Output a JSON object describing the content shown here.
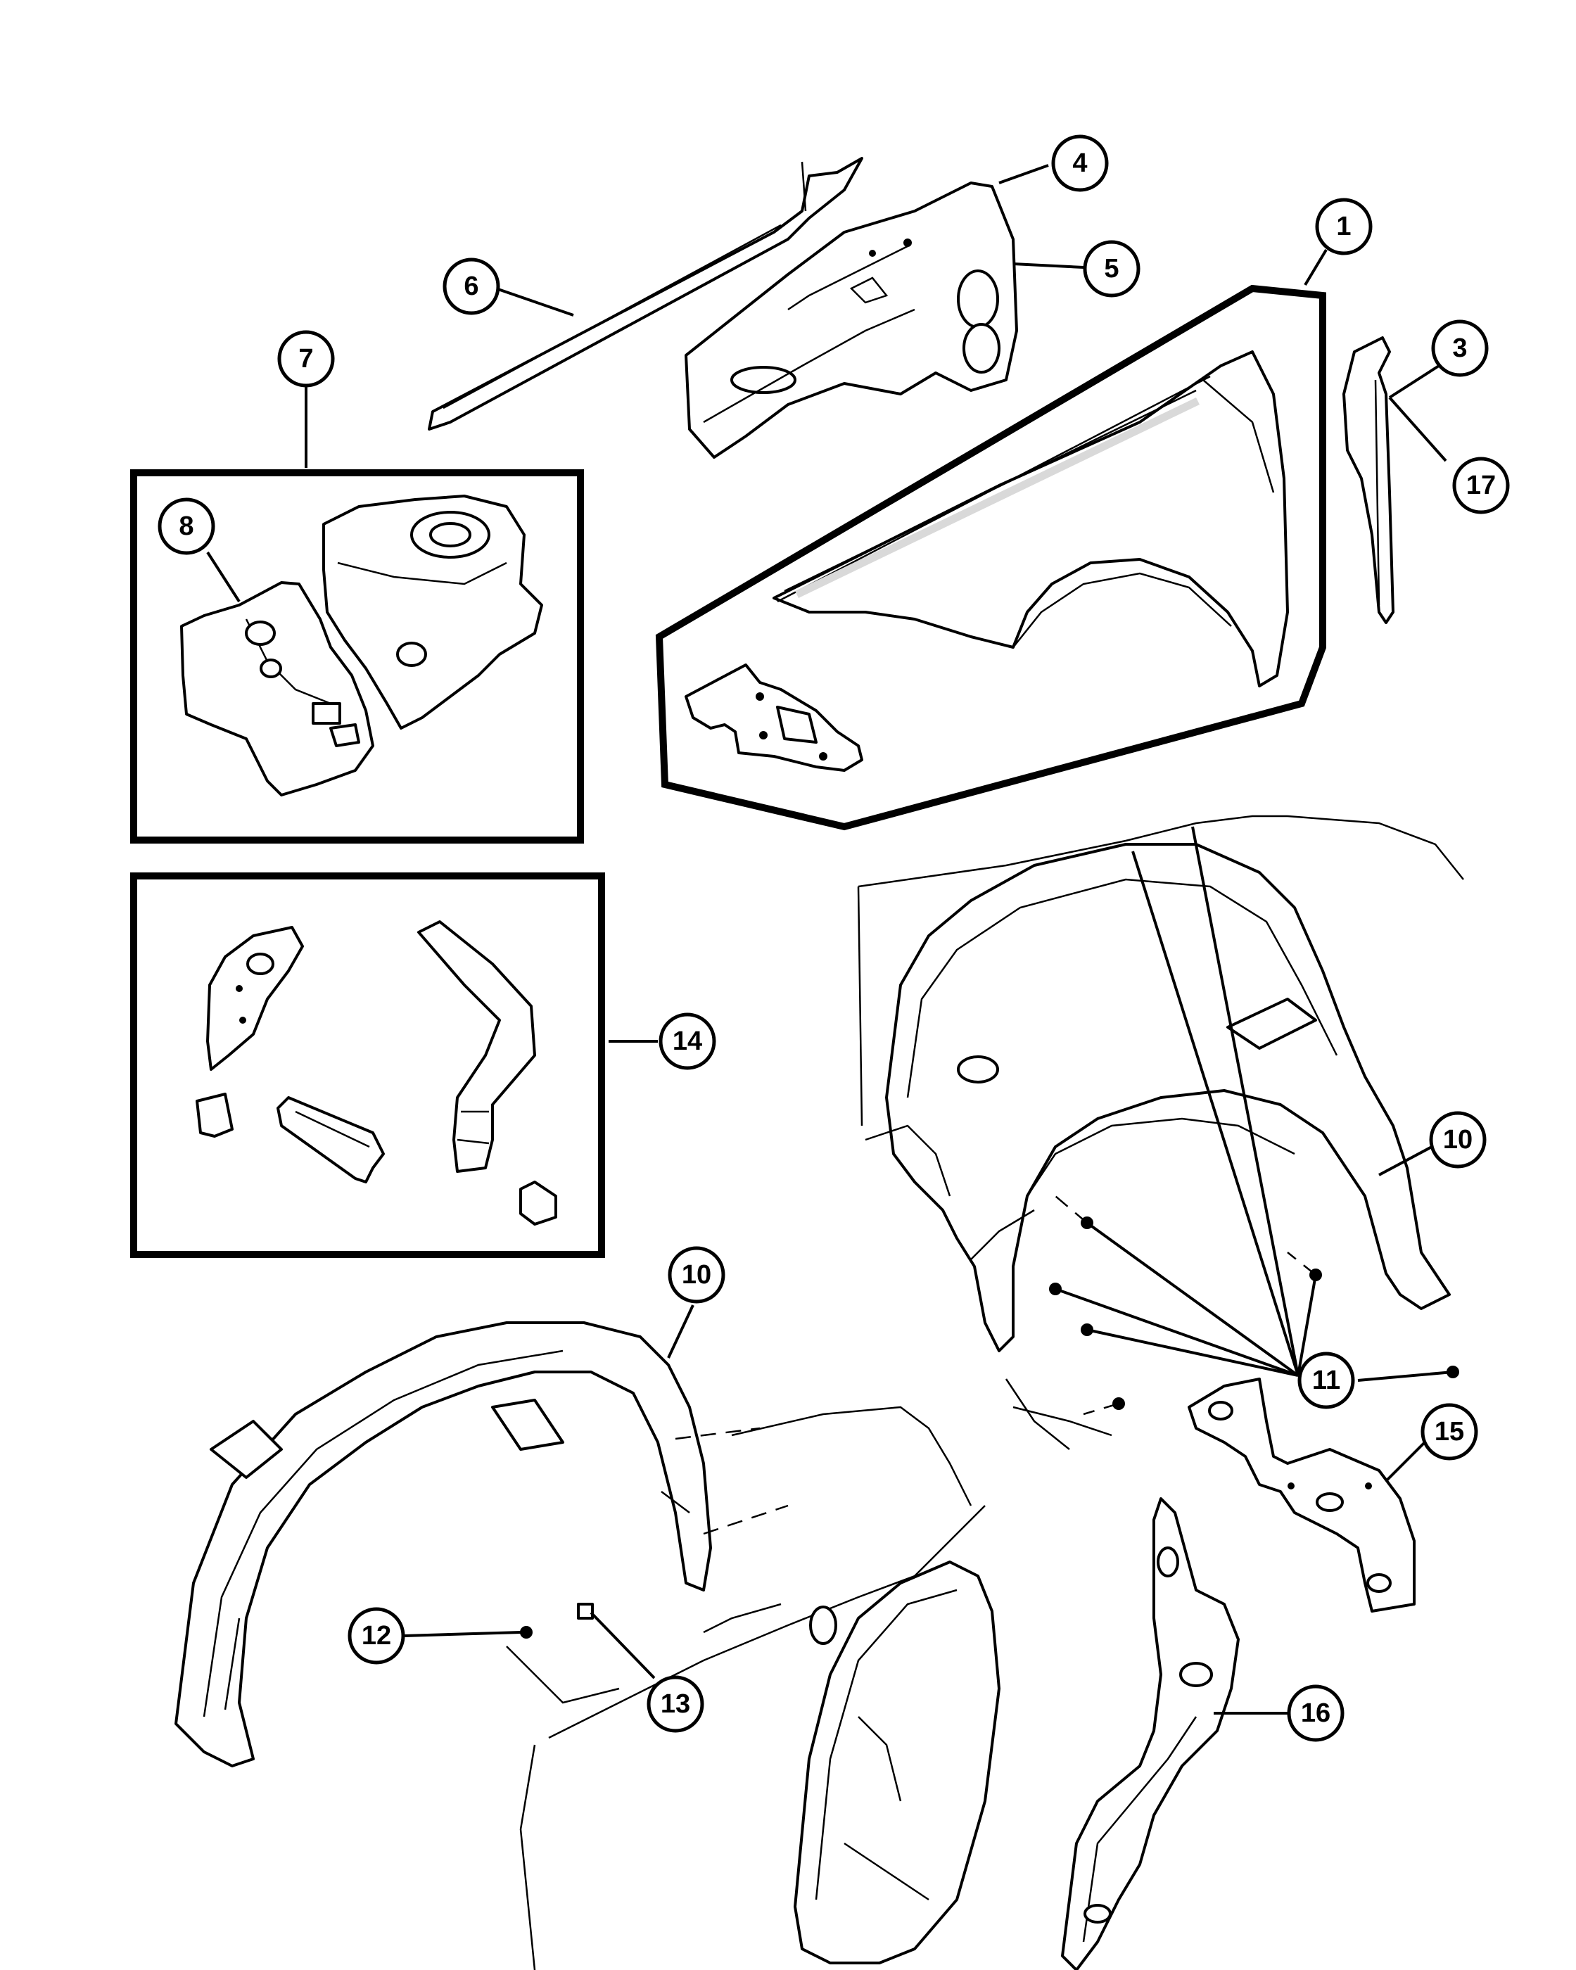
{
  "diagram": {
    "colors": {
      "ink": "#000000",
      "paper": "#ffffff"
    },
    "callouts": [
      {
        "id": "c1",
        "label": "1"
      },
      {
        "id": "c3",
        "label": "3"
      },
      {
        "id": "c4",
        "label": "4"
      },
      {
        "id": "c5",
        "label": "5"
      },
      {
        "id": "c6",
        "label": "6"
      },
      {
        "id": "c7",
        "label": "7"
      },
      {
        "id": "c8",
        "label": "8"
      },
      {
        "id": "c10a",
        "label": "10"
      },
      {
        "id": "c10b",
        "label": "10"
      },
      {
        "id": "c11",
        "label": "11"
      },
      {
        "id": "c12",
        "label": "12"
      },
      {
        "id": "c13",
        "label": "13"
      },
      {
        "id": "c14",
        "label": "14"
      },
      {
        "id": "c15",
        "label": "15"
      },
      {
        "id": "c16",
        "label": "16"
      },
      {
        "id": "c17",
        "label": "17"
      }
    ]
  }
}
